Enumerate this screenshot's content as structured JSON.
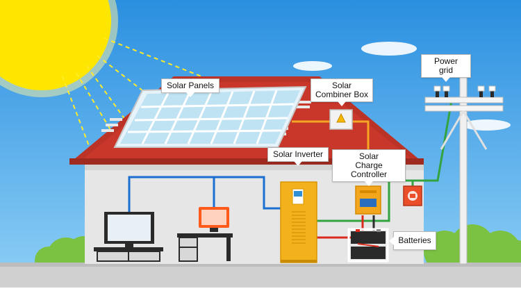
{
  "labels": {
    "solar_panels": "Solar Panels",
    "combiner_box": [
      "Solar",
      "Combiner Box"
    ],
    "power_grid": [
      "Power",
      "grid"
    ],
    "solar_inverter": "Solar Inverter",
    "charge_controller": [
      "Solar",
      "Charge Controller"
    ],
    "batteries": "Batteries"
  },
  "colors": {
    "sky": "#3f9de2",
    "sun": "#ffe600",
    "roof": "#c9372b",
    "wall": "#e9e9e9",
    "panel": "#bfe3f3",
    "inverter": "#f3b21c",
    "dc_wire": "#f5a623",
    "ac_wire": "#1b6fd1",
    "grid_wire": "#33a340",
    "battery_wire": "#d92a1c",
    "grass": "#7cc242",
    "ground": "#c9c9c9"
  }
}
